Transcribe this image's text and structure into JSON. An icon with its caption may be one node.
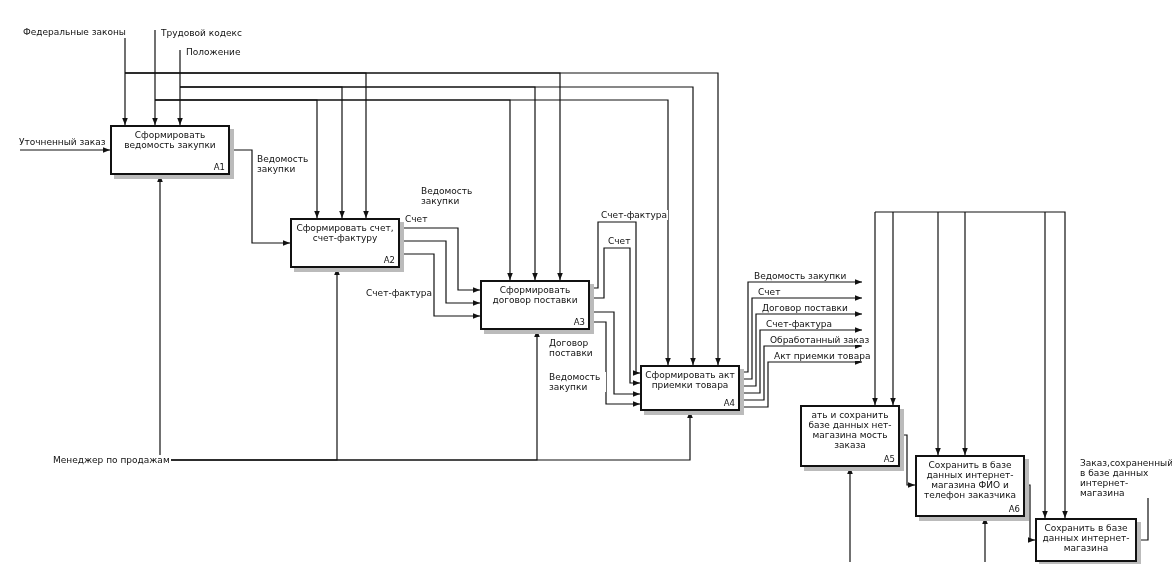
{
  "diagram": {
    "nodes": [
      {
        "text": [
          "Сформировать ведомость закупки",
          "A1"
        ]
      },
      {
        "text": [
          "Сформировать счет, счет-фактуру",
          "A2"
        ]
      },
      {
        "text": [
          "Сформировать договор поставки",
          "A3"
        ]
      },
      {
        "text": [
          "Сформировать акт приемки товара",
          "A4"
        ]
      },
      {
        "text": [
          "ать и сохранить базе данных нет-магазина мость заказа",
          "A5"
        ]
      },
      {
        "text": [
          "Сохранить в базе данных интернет-магазина ФИО и телефон заказчика",
          "A6"
        ]
      },
      {
        "text": [
          "Сохранить в базе данных интернет-магазина"
        ]
      }
    ],
    "edges": [
      {
        "from": null,
        "to": 0,
        "arrow": "to",
        "label": "Уточненный заказ"
      },
      {
        "from": null,
        "to": 0,
        "arrow": "to",
        "label": "Федеральные законы"
      },
      {
        "from": null,
        "to": 0,
        "arrow": "to",
        "label": "Трудовой кодекс"
      },
      {
        "from": null,
        "to": 0,
        "arrow": "to",
        "label": "Положение"
      },
      {
        "from": null,
        "to": 1,
        "arrow": "to"
      },
      {
        "from": null,
        "to": 1,
        "arrow": "to"
      },
      {
        "from": null,
        "to": 1,
        "arrow": "to"
      },
      {
        "from": null,
        "to": 2,
        "arrow": "to"
      },
      {
        "from": null,
        "to": 2,
        "arrow": "to"
      },
      {
        "from": null,
        "to": 2,
        "arrow": "to"
      },
      {
        "from": null,
        "to": 3,
        "arrow": "to"
      },
      {
        "from": null,
        "to": 3,
        "arrow": "to"
      },
      {
        "from": null,
        "to": 3,
        "arrow": "to"
      },
      {
        "from": null,
        "to": 0,
        "arrow": "to",
        "label": "Менеджер по продажам"
      },
      {
        "from": null,
        "to": 1,
        "arrow": "to"
      },
      {
        "from": null,
        "to": 2,
        "arrow": "to"
      },
      {
        "from": null,
        "to": 3,
        "arrow": "to"
      },
      {
        "from": 0,
        "to": 1,
        "arrow": "to",
        "label": "Ведомость закупки"
      },
      {
        "from": 1,
        "to": 2,
        "arrow": "to",
        "label": "Счет"
      },
      {
        "from": 1,
        "to": 2,
        "arrow": "to",
        "label": "Ведомость закупки"
      },
      {
        "from": 1,
        "to": 2,
        "arrow": "to",
        "label": "Счет-фактура"
      },
      {
        "from": 2,
        "to": 3,
        "arrow": "to",
        "label": "Счет"
      },
      {
        "from": 2,
        "to": 3,
        "arrow": "to",
        "label": "Счет-фактура"
      },
      {
        "from": 2,
        "to": 3,
        "arrow": "to",
        "label": "Договор поставки"
      },
      {
        "from": 2,
        "to": 3,
        "arrow": "to",
        "label": "Ведомость закупки"
      },
      {
        "from": 3,
        "to": null,
        "arrow": "to",
        "label": "Ведомость закупки"
      },
      {
        "from": 3,
        "to": null,
        "arrow": "to",
        "label": "Счет"
      },
      {
        "from": 3,
        "to": null,
        "arrow": "to",
        "label": "Договор поставки"
      },
      {
        "from": 3,
        "to": null,
        "arrow": "to",
        "label": "Счет-фактура"
      },
      {
        "from": 3,
        "to": null,
        "arrow": "to",
        "label": "Обработанный заказ"
      },
      {
        "from": 3,
        "to": null,
        "arrow": "to",
        "label": "Акт приемки товара"
      },
      {
        "from": null,
        "to": 4,
        "arrow": "to"
      },
      {
        "from": null,
        "to": 4,
        "arrow": "to"
      },
      {
        "from": null,
        "to": 4,
        "arrow": "to"
      },
      {
        "from": 4,
        "to": 5,
        "arrow": "to"
      },
      {
        "from": null,
        "to": 5,
        "arrow": "to"
      },
      {
        "from": null,
        "to": 5,
        "arrow": "to"
      },
      {
        "from": null,
        "to": 5,
        "arrow": "to"
      },
      {
        "from": 5,
        "to": 6,
        "arrow": "to"
      },
      {
        "from": null,
        "to": 6,
        "arrow": "to"
      },
      {
        "from": null,
        "to": 6,
        "arrow": "to"
      },
      {
        "from": 6,
        "to": null,
        "arrow": "to",
        "label": "Заказ,сохраненный в базе данных интернет-магазина"
      }
    ]
  }
}
